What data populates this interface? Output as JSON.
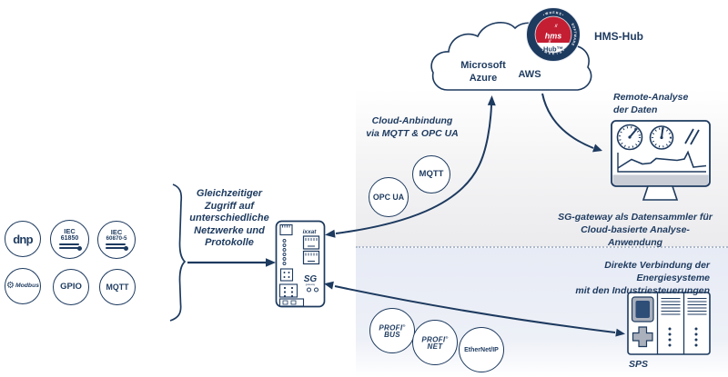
{
  "left_protocols": {
    "dnp": "dnp",
    "iec61850_l1": "IEC",
    "iec61850_l2": "61850",
    "iec60870_l1": "IEC",
    "iec60870_l2": "60870-5",
    "modbus_gear": "⚙",
    "modbus": "Modbus",
    "gpio": "GPIO",
    "mqtt": "MQTT"
  },
  "brace_label": {
    "l1": "Gleichzeitiger",
    "l2": "Zugriff auf",
    "l3": "unterschiedliche",
    "l4": "Netzwerke und",
    "l5": "Protokolle"
  },
  "device": {
    "brand": "ixxat",
    "name": "SG",
    "sub": "gateway"
  },
  "cloud": {
    "provider1_l1": "Microsoft",
    "provider1_l2": "Azure",
    "provider2": "AWS",
    "hub_label": "HMS-Hub"
  },
  "badge": {
    "arc_top": "• W H E R E •",
    "arc_left": "HARDWARE",
    "arc_bottom": "• M E E T S •",
    "arc_right": "SOFTWARE",
    "slash_top": "//",
    "brand": "hms",
    "slash_bottom": "//",
    "product": "Hub™"
  },
  "cloud_connection": {
    "note_l1": "Cloud-Anbindung",
    "note_l2": "via MQTT & OPC UA",
    "opc_ua": "OPC UA",
    "mqtt": "MQTT"
  },
  "remote_analysis": {
    "l1": "Remote-Analyse",
    "l2": "der Daten"
  },
  "sg_note": {
    "l1": "SG-gateway als Datensammler für",
    "l2": "Cloud-basierte Analyse-Anwendung"
  },
  "industrial_note": {
    "l1": "Direkte Verbindung der Energiesysteme",
    "l2": "mit den Industriesteuerungen"
  },
  "industrial_protocols": {
    "profibus_l1": "PROFI",
    "profibus_l2": "BUS",
    "profinet_l1": "PROFI",
    "profinet_l2": "NET",
    "reg": "®",
    "ethernet_ip": "EtherNet/IP"
  },
  "plc": {
    "label": "SPS"
  },
  "colors": {
    "navy": "#1d3a5f",
    "hms_red": "#c41e33",
    "panel_gray": "#ebebee",
    "panel_blue": "#e7ebf5",
    "monitor_bar": "#c9cdd6",
    "plc_gray": "#aab0bc"
  }
}
